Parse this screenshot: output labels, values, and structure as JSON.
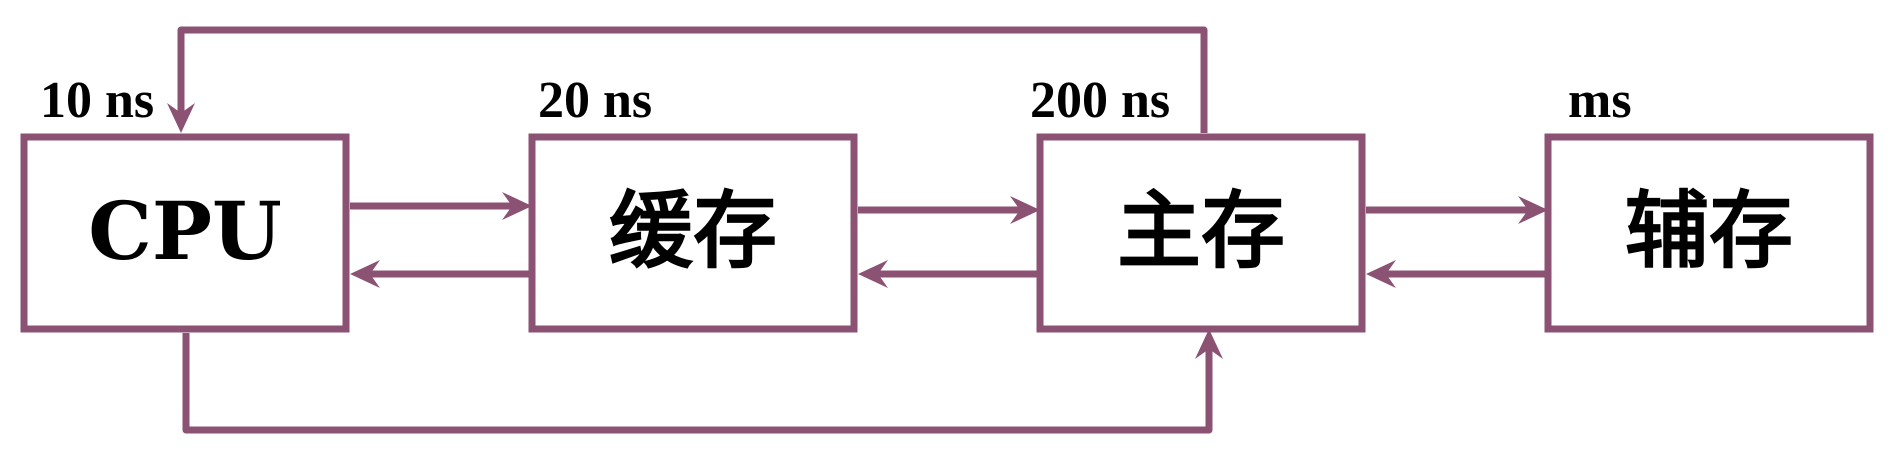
{
  "diagram": {
    "stroke_color": "#8b5273",
    "nodes": [
      {
        "id": "cpu",
        "label": "CPU",
        "latency": "10 ns"
      },
      {
        "id": "cache",
        "label": "缓存",
        "latency": "20 ns"
      },
      {
        "id": "main_memory",
        "label": "主存",
        "latency": "200 ns"
      },
      {
        "id": "secondary_storage",
        "label": "辅存",
        "latency": "ms"
      }
    ],
    "edges": [
      {
        "from": "cpu",
        "to": "cache"
      },
      {
        "from": "cache",
        "to": "cpu"
      },
      {
        "from": "cache",
        "to": "main_memory"
      },
      {
        "from": "main_memory",
        "to": "cache"
      },
      {
        "from": "main_memory",
        "to": "secondary_storage"
      },
      {
        "from": "secondary_storage",
        "to": "main_memory"
      },
      {
        "from": "main_memory",
        "to": "cpu"
      },
      {
        "from": "cpu",
        "to": "main_memory"
      }
    ]
  }
}
